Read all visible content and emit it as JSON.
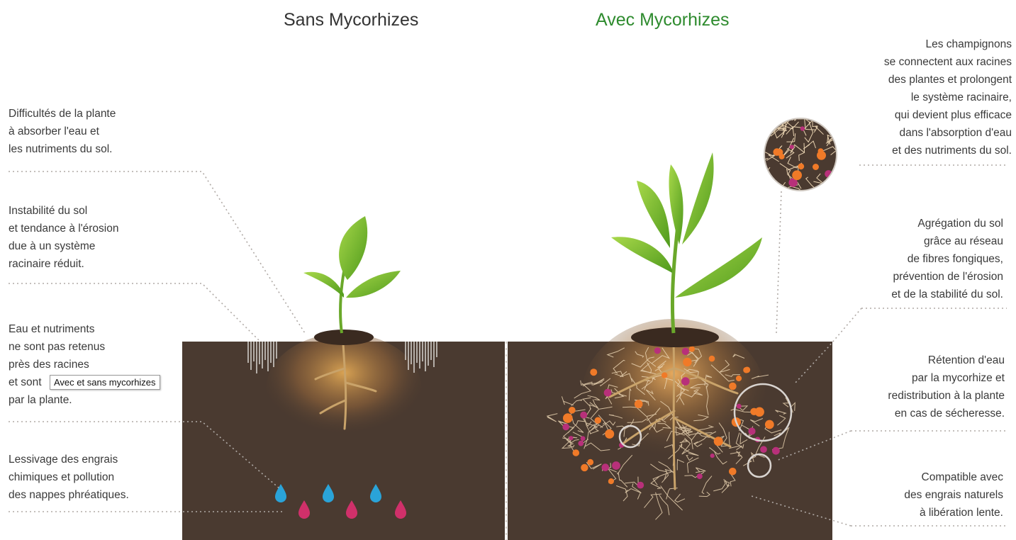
{
  "titles": {
    "left": "Sans Mycorhizes",
    "right": "Avec Mycorhizes"
  },
  "left_notes": [
    [
      "Difficultés de la plante",
      "à absorber l'eau et",
      "les nutriments du sol."
    ],
    [
      "Instabilité du sol",
      "et tendance à l'érosion",
      "due à un système",
      "racinaire réduit."
    ],
    [
      "Eau et nutriments",
      "ne sont pas retenus",
      "près des racines",
      "et sont",
      "par la plante."
    ],
    [
      "Lessivage des engrais",
      "chimiques et pollution",
      "des nappes phréatiques."
    ]
  ],
  "right_notes": [
    [
      "Les champignons",
      "se connectent aux racines",
      "des plantes et prolongent",
      "le système racinaire,",
      "qui devient plus efficace",
      "dans l'absorption d'eau",
      "et des nutriments du sol."
    ],
    [
      "Agrégation du sol",
      "grâce au réseau",
      "de fibres fongiques,",
      "prévention de l'érosion",
      "et de la stabilité du sol."
    ],
    [
      "Rétention d'eau",
      "par la mycorhize et",
      "redistribution à la plante",
      "en cas de sécheresse."
    ],
    [
      "Compatible avec",
      "des engrais naturels",
      "à libération lente."
    ]
  ],
  "tooltip": "Avec et sans mycorhizes",
  "colors": {
    "soil": "#4a3a30",
    "leaf": "#7bbf2a",
    "root": "#c9a36a",
    "water_drop": "#2aa3d8",
    "nutrient_drop": "#d0306a",
    "fungal_node_orange": "#f07a28",
    "fungal_node_magenta": "#b8307a"
  }
}
